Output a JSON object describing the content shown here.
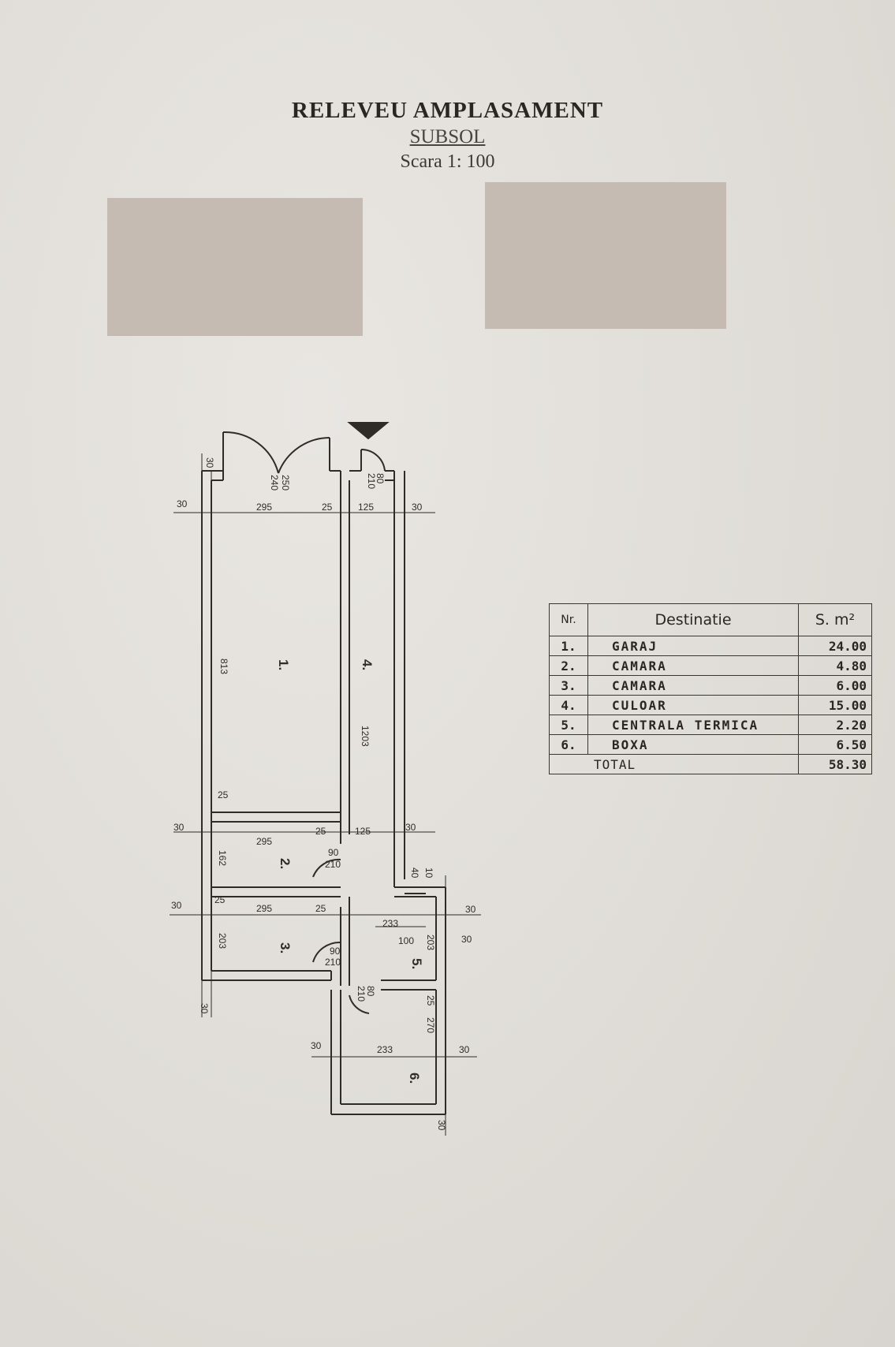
{
  "header": {
    "title": "RELEVEU AMPLASAMENT",
    "subtitle": "SUBSOL",
    "scale": "Scara 1: 100"
  },
  "plan": {
    "dimensions": {
      "top_wall": "30",
      "top_left": "30",
      "garage_width": "295",
      "wall_25_a": "25",
      "corridor_width": "125",
      "right_30": "30",
      "door_250": "250",
      "door_240": "240",
      "door_80": "80",
      "door_210": "210",
      "garage_length": "813",
      "corridor_length": "1203",
      "wall_25_b": "25",
      "mid_left_30": "30",
      "mid_295": "295",
      "mid_25": "25",
      "mid_125": "125",
      "mid_right_30": "30",
      "room2_width": "295",
      "room2_depth": "162",
      "door2_90": "90",
      "door2_210": "210",
      "step_40": "40",
      "step_10": "10",
      "low_left_30": "30",
      "low_25": "25",
      "low_295": "295",
      "low_25_b": "25",
      "hall_233": "233",
      "hall_100": "100",
      "hall_203": "203",
      "right_30_b": "30",
      "right_30_c": "30",
      "room3_depth": "203",
      "door3_90": "90",
      "door3_210": "210",
      "door4_80": "80",
      "door4_210": "210",
      "low_25_c": "25",
      "low_270": "270",
      "bottom_30_left": "30",
      "bottom_left_30": "30",
      "box_233": "233",
      "box_right_30": "30",
      "bottom_30": "30"
    },
    "rooms": {
      "r1": "1.",
      "r2": "2.",
      "r3": "3.",
      "r4": "4.",
      "r5": "5.",
      "r6": "6."
    }
  },
  "table": {
    "headers": {
      "nr": "Nr.",
      "dest": "Destinatie",
      "area": "S. m²"
    },
    "rows": [
      {
        "nr": "1.",
        "dest": "GARAJ",
        "area": "24.00"
      },
      {
        "nr": "2.",
        "dest": "CAMARA",
        "area": "4.80"
      },
      {
        "nr": "3.",
        "dest": "CAMARA",
        "area": "6.00"
      },
      {
        "nr": "4.",
        "dest": "CULOAR",
        "area": "15.00"
      },
      {
        "nr": "5.",
        "dest": "CENTRALA TERMICA",
        "area": "2.20"
      },
      {
        "nr": "6.",
        "dest": "BOXA",
        "area": "6.50"
      }
    ],
    "total_label": "TOTAL",
    "total_value": "58.30"
  },
  "colors": {
    "ink": "#2f2b27",
    "paper": "#e3e0dc",
    "redaction": "#c6bbb2"
  }
}
